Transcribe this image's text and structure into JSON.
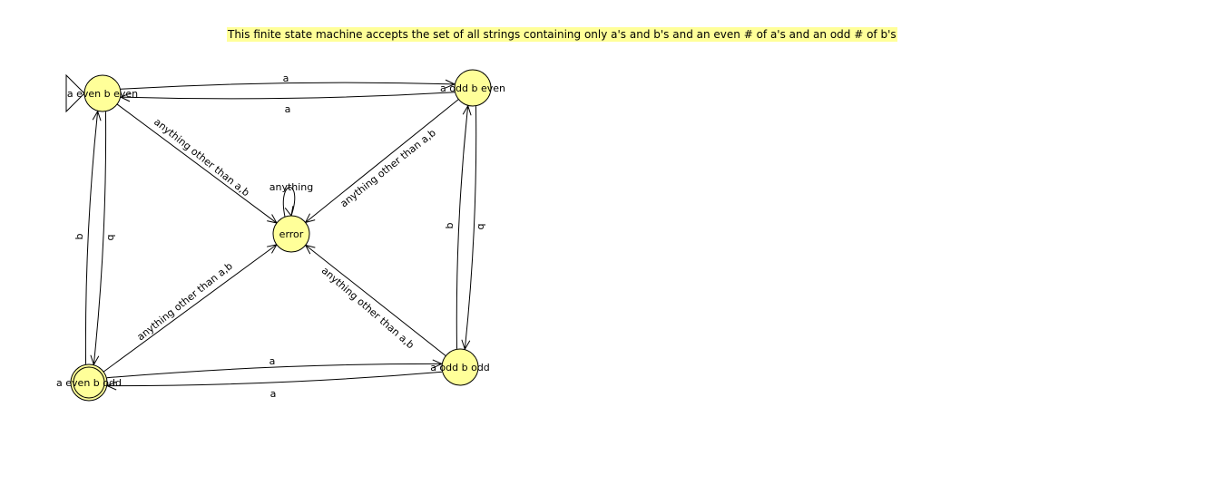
{
  "note": {
    "text": "This finite state machine accepts the set of all strings containing only a's and b's and an even # of a's and an odd # of b's",
    "background": "#ffff99"
  },
  "colors": {
    "state_fill": "#ffff99",
    "stroke": "#000000"
  },
  "states": [
    {
      "id": "q0",
      "label": "a even b even",
      "initial": true,
      "final": false
    },
    {
      "id": "q1",
      "label": "a odd b even",
      "initial": false,
      "final": false
    },
    {
      "id": "q2",
      "label": "error",
      "initial": false,
      "final": false
    },
    {
      "id": "q3",
      "label": "a even b odd",
      "initial": false,
      "final": true
    },
    {
      "id": "q4",
      "label": "a odd b odd",
      "initial": false,
      "final": false
    }
  ],
  "transitions": [
    {
      "from": "q0",
      "to": "q1",
      "label": "a"
    },
    {
      "from": "q1",
      "to": "q0",
      "label": "a"
    },
    {
      "from": "q0",
      "to": "q2",
      "label": "anything other than a,b"
    },
    {
      "from": "q1",
      "to": "q2",
      "label": "anything other than a,b"
    },
    {
      "from": "q2",
      "to": "q2",
      "label": "anything"
    },
    {
      "from": "q0",
      "to": "q3",
      "label": "b"
    },
    {
      "from": "q3",
      "to": "q0",
      "label": "b"
    },
    {
      "from": "q1",
      "to": "q4",
      "label": "b"
    },
    {
      "from": "q4",
      "to": "q1",
      "label": "b"
    },
    {
      "from": "q3",
      "to": "q2",
      "label": "anything other than a,b"
    },
    {
      "from": "q4",
      "to": "q2",
      "label": "anything other than a,b"
    },
    {
      "from": "q3",
      "to": "q4",
      "label": "a"
    },
    {
      "from": "q4",
      "to": "q3",
      "label": "a"
    }
  ]
}
